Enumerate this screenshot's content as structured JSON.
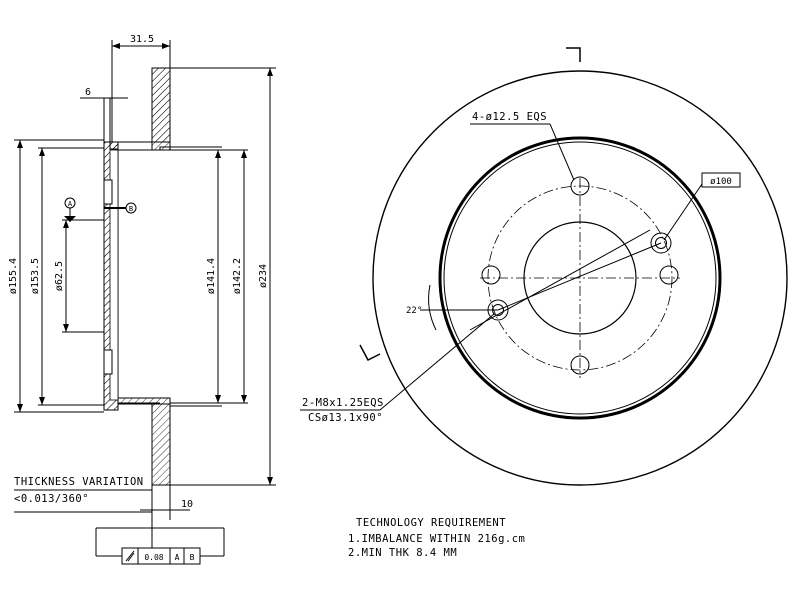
{
  "side_view": {
    "dims": {
      "offset_31_5": "31.5",
      "dim_6": "6",
      "dia_155_4": "ø155.4",
      "dia_153_5": "ø153.5",
      "dia_62_5": "ø62.5",
      "dia_141_4": "ø141.4",
      "dia_142_2": "ø142.2",
      "dia_234": "ø234",
      "dim_10": "10"
    },
    "datum_a": "A",
    "datum_b": "B"
  },
  "front_view": {
    "bolt_holes": "4-ø12.5 EQS",
    "pcd": "ø100",
    "angle": "22°",
    "threads_line1": "2-M8x1.25EQS",
    "threads_line2": "CSø13.1x90°"
  },
  "thickness_variation": {
    "title": "THICKNESS VARIATION",
    "value": "<0.013/360°"
  },
  "tolerance_frame": {
    "value": "0.08",
    "datum_a": "A",
    "datum_b": "B"
  },
  "tech_requirement": {
    "title": "TECHNOLOGY REQUIREMENT",
    "line1": "1.IMBALANCE WITHIN 216g.cm",
    "line2": "2.MIN THK 8.4 MM"
  }
}
